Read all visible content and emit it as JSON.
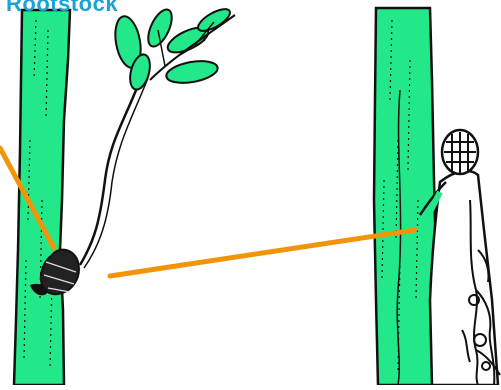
{
  "caption": {
    "text": "Rootstock"
  },
  "colors": {
    "stem_fill": "#22e88a",
    "outline": "#111111",
    "arrow": "#f29408",
    "caption": "#1aa3d6",
    "background": "#ffffff"
  },
  "figures": [
    {
      "id": "left",
      "description_icon": "stem-with-leafy-scion-and-tied-bud"
    },
    {
      "id": "right",
      "description_icon": "stem-with-cut-scion-and-roots"
    }
  ]
}
